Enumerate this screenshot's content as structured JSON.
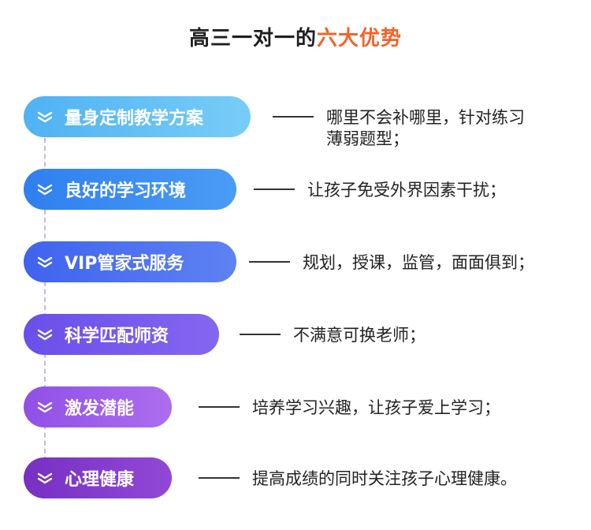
{
  "title": {
    "prefix": "高三一对一的",
    "highlight": "六大优势"
  },
  "colors": {
    "accent": "#f0642a",
    "pill_1": "#62bff5",
    "pill_2": "#3c8bf3",
    "pill_3": "#4e6ff0",
    "pill_4": "#7558ec",
    "pill_5": "#9a5ae8",
    "pill_6": "#8135c9"
  },
  "items": [
    {
      "icon": "double-chevron-down-icon",
      "label": "量身定制教学方案",
      "desc_line1": "哪里不会补哪里，针对练习",
      "desc_line2": "薄弱题型；"
    },
    {
      "icon": "double-chevron-down-icon",
      "label": "良好的学习环境",
      "desc_line1": "让孩子免受外界因素干扰；"
    },
    {
      "icon": "double-chevron-down-icon",
      "label": "VIP管家式服务",
      "desc_line1": "规划，授课，监管，面面俱到；"
    },
    {
      "icon": "double-chevron-down-icon",
      "label": "科学匹配师资",
      "desc_line1": "不满意可换老师；"
    },
    {
      "icon": "double-chevron-down-icon",
      "label": "激发潜能",
      "desc_line1": "培养学习兴趣，让孩子爱上学习；"
    },
    {
      "icon": "double-chevron-down-icon",
      "label": "心理健康",
      "desc_line1": "提高成绩的同时关注孩子心理健康。"
    }
  ]
}
